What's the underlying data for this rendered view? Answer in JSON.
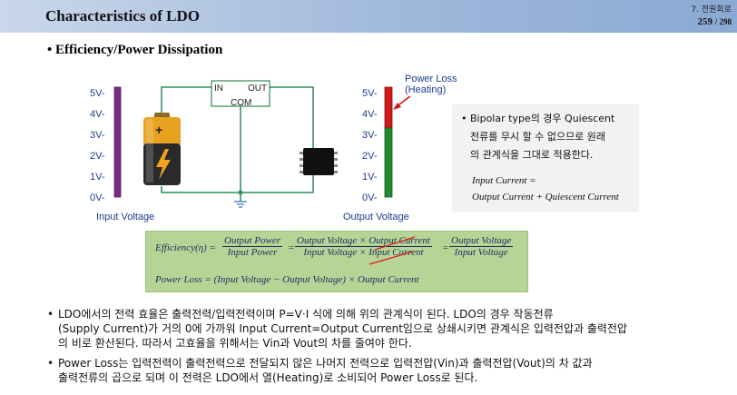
{
  "header": {
    "title": "Characteristics of LDO",
    "chapter": "7. 전원회로",
    "page_current": "259",
    "page_total": "/ 298"
  },
  "section": {
    "heading": "• Efficiency/Power Dissipation"
  },
  "diagram": {
    "left_ticks": [
      "5V-",
      "4V-",
      "3V-",
      "2V-",
      "1V-",
      "0V-"
    ],
    "right_ticks": [
      "5V-",
      "4V-",
      "3V-",
      "2V-",
      "1V-",
      "0V-"
    ],
    "input_label": "Input Voltage",
    "output_label": "Output Voltage",
    "power_loss_label_1": "Power Loss",
    "power_loss_label_2": "(Heating)",
    "reg_in": "IN",
    "reg_out": "OUT",
    "reg_com": "COM",
    "battery_plus": "+",
    "output_level_fraction": 0.6,
    "colors": {
      "bar_purple": "#7b2a7e",
      "bar_red": "#d01818",
      "bar_green": "#1f8a2e",
      "wire": "#2e8b57"
    }
  },
  "note": {
    "line1": "• Bipolar type의 경우 Quiescent",
    "line2": "전류를 무시 할 수 없으므로 원래",
    "line3": "의 관계식을 그대로 적용한다.",
    "eq1": "Input Current =",
    "eq2": "Output Current + Quiescent Current"
  },
  "formula": {
    "eff_lhs": "Efficiency(η) =",
    "f1_num": "Output Power",
    "f1_den": "Input Power",
    "eq_a": "=",
    "f2_num": "Output Voltage × Output Current",
    "f2_den": "Input Voltage × Input Current",
    "eq_b": "=",
    "f3_num": "Output Voltage",
    "f3_den": "Input Voltage",
    "loss": "Power Loss = (Input Voltage − Output Voltage) × Output Current"
  },
  "paragraphs": {
    "p1_l1": "LDO에서의 전력 효율은 출력전력/입력전력이며 P=V·I 식에 의해 위의 관계식이 된다. LDO의 경우 작동전류",
    "p1_l2": "(Supply Current)가 거의 0에 가까워 Input Current=Output Current임으로 상쇄시키면 관계식은 입력전압과 출력전압",
    "p1_l3": "의 비로 환산된다. 따라서 고효율을 위해서는 Vin과 Vout의 차를 줄여야 한다.",
    "p2_l1": "Power Loss는 입력전력이 출력전력으로 전달되지 않은 나머지 전력으로 입력전압(Vin)과 출력전압(Vout)의 차 값과",
    "p2_l2": "출력전류의 곱으로 되며 이 전력은 LDO에서 열(Heating)로 소비되어 Power Loss로 된다.",
    "bullet": "•"
  }
}
